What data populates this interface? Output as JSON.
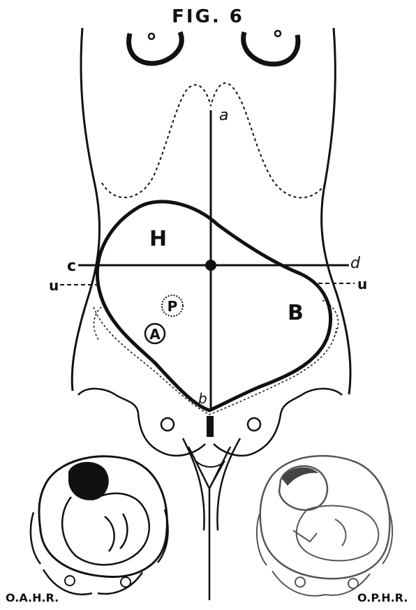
{
  "figure": {
    "title": "FIG. 6",
    "points": {
      "a": "a",
      "b": "b",
      "c": "c",
      "d": "d"
    },
    "umbilical_marks": {
      "left": "u",
      "right": "u"
    },
    "regions": {
      "head": "H",
      "back": "B"
    },
    "circles": {
      "p": "P",
      "a": "A"
    },
    "insets": {
      "left": "O.A.H.R.",
      "right": "O.P.H.R."
    },
    "colors": {
      "ink": "#111111",
      "faint": "#555555",
      "paper": "#ffffff"
    }
  }
}
